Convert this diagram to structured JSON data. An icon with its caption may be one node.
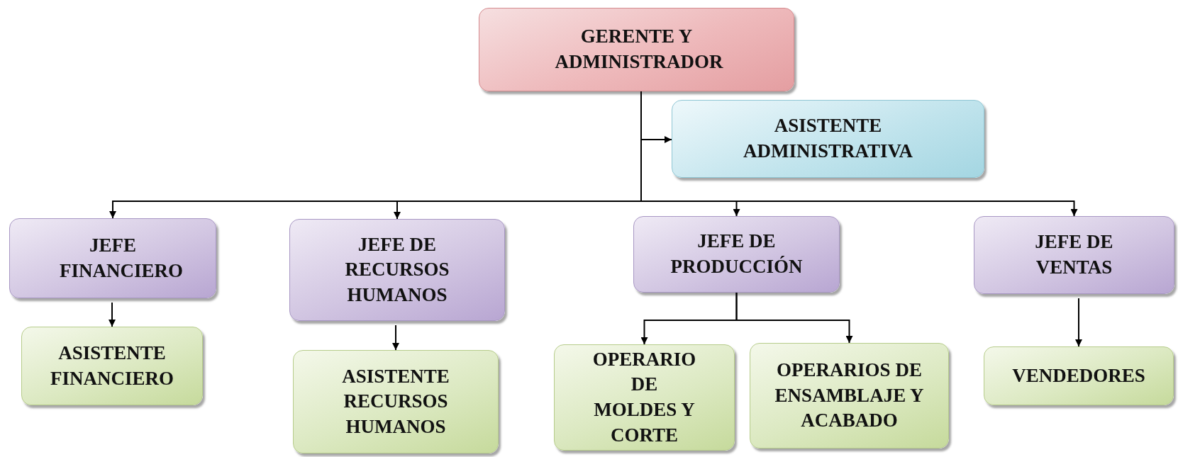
{
  "diagram": {
    "nodes": [
      {
        "text": [
          "GERENTE Y ADMINISTRADOR"
        ]
      },
      {
        "text": [
          "ASISTENTE ADMINISTRATIVA"
        ]
      },
      {
        "text": [
          "JEFE FINANCIERO"
        ]
      },
      {
        "text": [
          "JEFE DE RECURSOS HUMANOS"
        ]
      },
      {
        "text": [
          "JEFE DE PRODUCCIÓN"
        ]
      },
      {
        "text": [
          "JEFE DE VENTAS"
        ]
      },
      {
        "text": [
          "ASISTENTE FINANCIERO"
        ]
      },
      {
        "text": [
          "ASISTENTE RECURSOS HUMANOS"
        ]
      },
      {
        "text": [
          "OPERARIO DE MOLDES Y CORTE"
        ]
      },
      {
        "text": [
          "OPERARIOS DE ENSAMBLAJE Y ACABADO"
        ]
      },
      {
        "text": [
          "VENDEDORES"
        ]
      }
    ],
    "edges": [
      {
        "from": 0,
        "to": 1,
        "arrow": "to"
      },
      {
        "from": 0,
        "to": 2,
        "arrow": "to"
      },
      {
        "from": 0,
        "to": 3,
        "arrow": "to"
      },
      {
        "from": 0,
        "to": 4,
        "arrow": "to"
      },
      {
        "from": 0,
        "to": 5,
        "arrow": "to"
      },
      {
        "from": 2,
        "to": 6,
        "arrow": "to"
      },
      {
        "from": 3,
        "to": 7,
        "arrow": "to"
      },
      {
        "from": 4,
        "to": 8,
        "arrow": "to"
      },
      {
        "from": 4,
        "to": 9,
        "arrow": "to"
      },
      {
        "from": 5,
        "to": 10,
        "arrow": "to"
      }
    ]
  }
}
